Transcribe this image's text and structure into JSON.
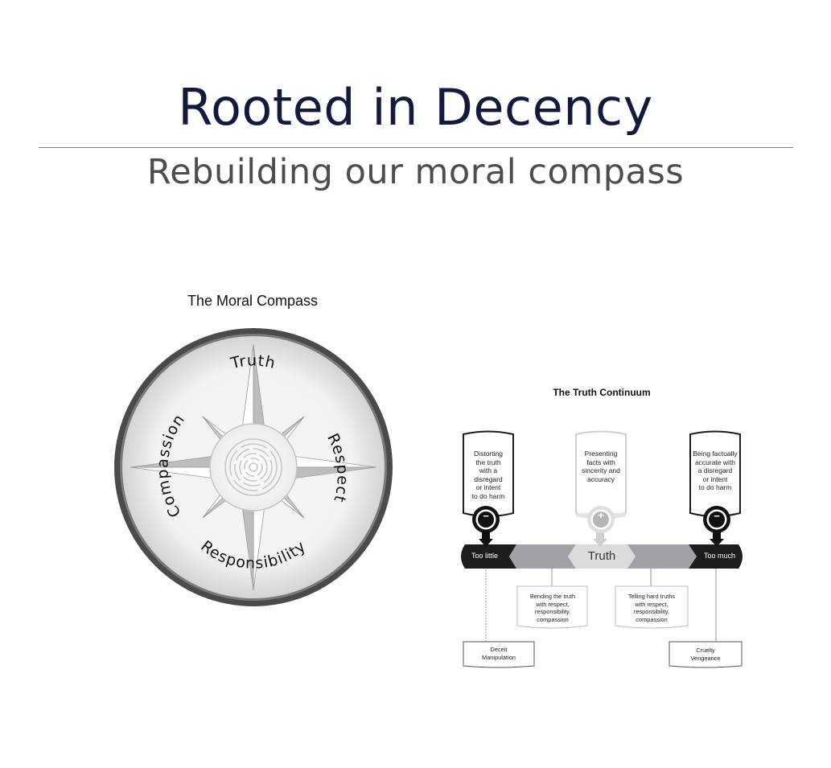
{
  "header": {
    "title": "Rooted in Decency",
    "subtitle": "Rebuilding our moral compass"
  },
  "compass": {
    "caption": "The Moral Compass",
    "points": {
      "north": "Truth",
      "east": "Respect",
      "south": "Responsibility",
      "west": "Compassion"
    }
  },
  "continuum": {
    "caption": "The Truth Continuum",
    "boxes": {
      "left": [
        "Distorting",
        "the truth",
        "with a",
        "disregard",
        "or intent",
        "to do harm"
      ],
      "center": [
        "Presenting",
        "facts with",
        "sincerity and",
        "accuracy"
      ],
      "right": [
        "Being factually",
        "accurate with",
        "a disregard",
        "or intent",
        "to do harm"
      ]
    },
    "markers": {
      "left": "−",
      "center": "+",
      "right": "−"
    },
    "band": {
      "left": "Too little",
      "center": "Truth",
      "right": "Too much"
    },
    "notes": {
      "bend": [
        "Bending the truth",
        "with respect,",
        "responsibility,",
        "compassion"
      ],
      "tell": [
        "Telling hard truths",
        "with respect,",
        "responsibility,",
        "compassion"
      ],
      "deceit": [
        "Deceit",
        "Manipulation"
      ],
      "cruelty": [
        "Cruelty",
        "Vengeance"
      ]
    },
    "colors": {
      "dark": "#1c1c1c",
      "mid": "#a0a2a5",
      "light": "#dcdcdc"
    }
  }
}
